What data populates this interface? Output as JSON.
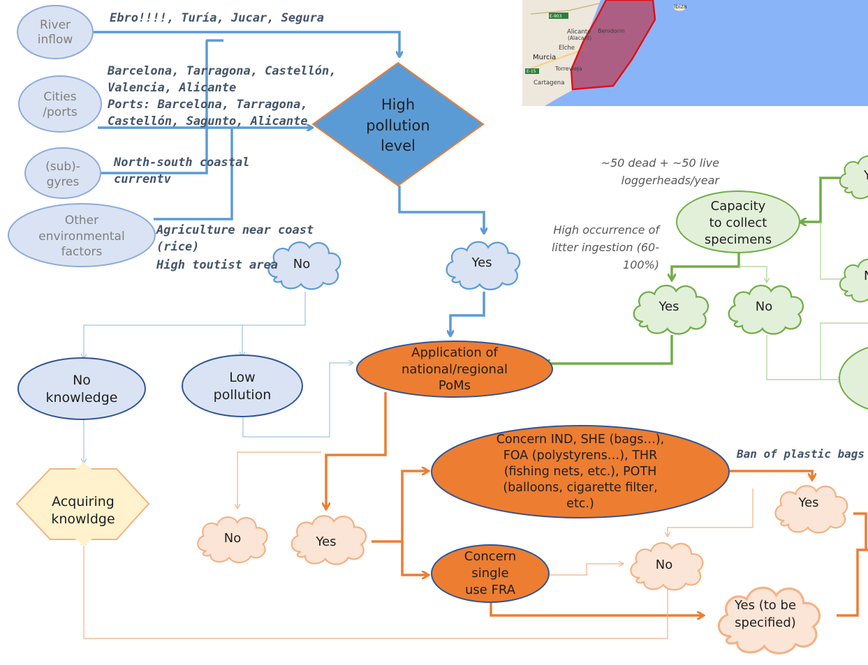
{
  "nodes": {
    "river_inflow": [
      "River",
      "inflow"
    ],
    "cities_ports": [
      "Cities",
      "/ports"
    ],
    "sub_gyres": [
      "(sub)-",
      "gyres"
    ],
    "other_factors": [
      "Other",
      "environmental",
      "factors"
    ],
    "high_pollution": [
      "High",
      "pollution",
      "level"
    ],
    "no_top": "No",
    "yes_top": "Yes",
    "no_knowledge": [
      "No",
      "knowledge"
    ],
    "low_pollution": [
      "Low",
      "pollution"
    ],
    "acquiring": [
      "Acquiring",
      "knowldge"
    ],
    "application_poms": [
      "Application of",
      "national/regional",
      "PoMs"
    ],
    "no_mid": "No",
    "yes_mid": "Yes",
    "concern_big": [
      "Concern IND, SHE (bags…),",
      "FOA (polystyrens…), THR",
      "(fishing nets, etc.), POTH",
      "(balloons, cigarette filter,",
      "etc.)"
    ],
    "concern_single": [
      "Concern",
      "single",
      "use FRA"
    ],
    "no_right": "No",
    "yes_to_be": [
      "Yes (to be",
      "specified)"
    ],
    "yes_far_right": "Yes",
    "capacity": [
      "Capacity",
      "to collect",
      "specimens"
    ],
    "yes_green": "Yes",
    "no_green": "No",
    "edge_y": "Y",
    "edge_n": "N"
  },
  "annotations": {
    "rivers": "Ebro!!!!, Turía, Jucar, Segura",
    "cities": [
      "Barcelona, Tarragona, Castellón,",
      "Valencia, Alicante",
      "Ports: Barcelona, Tarragona,",
      "Castellón, Sagunto, Alicante"
    ],
    "current": [
      "North-south coastal",
      "currentv"
    ],
    "agriculture": [
      "Agriculture near coast",
      "(rice)",
      "High toutist area"
    ],
    "loggerheads": [
      "~50 dead + ~50 live",
      "loggerheads/year"
    ],
    "litter": [
      "High occurrence of",
      "litter ingestion (60-",
      "100%)"
    ],
    "ban": "Ban of plastic bags"
  },
  "map": {
    "labels": [
      "Alicante",
      "(Alacant)",
      "Benidorm",
      "Elche",
      "Murcia",
      "Torrevieja",
      "Cartagena",
      "Ibiza",
      "E-15",
      "E-903"
    ]
  },
  "colors": {
    "blue_line": "#5b9bd5",
    "orange_line": "#ed7d31",
    "green_line": "#70ad47",
    "light_blue_fill": "#dae3f3",
    "dark_blue_fill": "#5b9bd5",
    "orange_fill": "#ed7d31",
    "peach_fill": "#fbe5d6",
    "green_fill": "#e2f0d9",
    "sea": "#8ab4f8",
    "polygon": "#b05575"
  }
}
